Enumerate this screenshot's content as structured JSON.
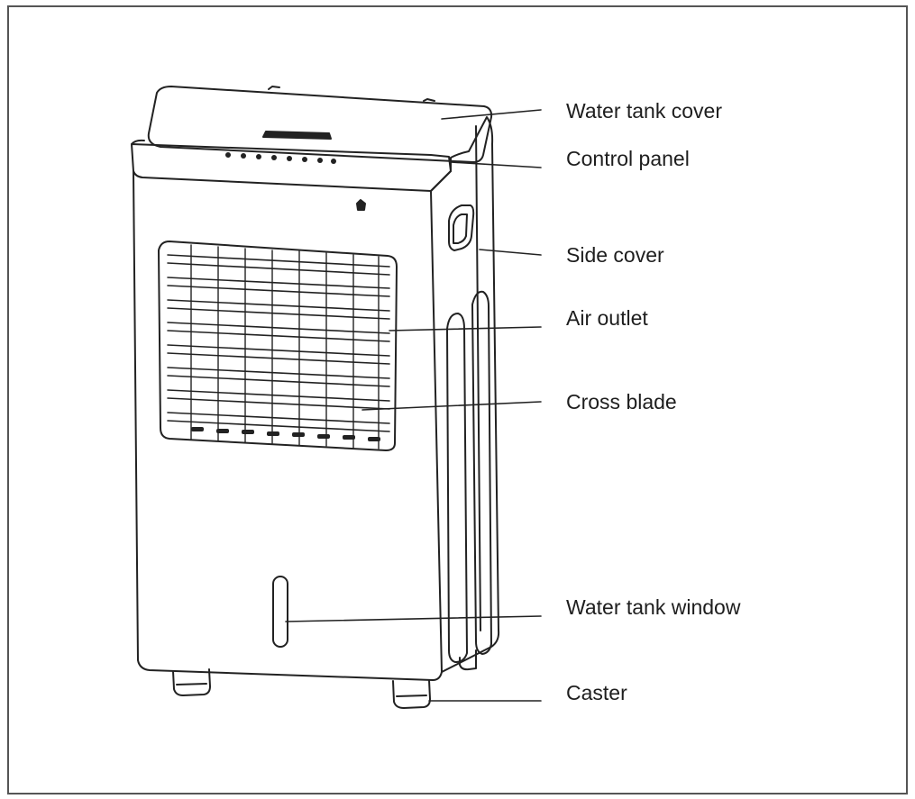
{
  "labels": {
    "water_tank_cover": "Water tank cover",
    "control_panel": "Control panel",
    "side_cover": "Side cover",
    "air_outlet": "Air outlet",
    "cross_blade": "Cross blade",
    "water_tank_window": "Water tank window",
    "caster": "Caster"
  },
  "colors": {
    "line": "#222222",
    "frame": "#555555"
  }
}
